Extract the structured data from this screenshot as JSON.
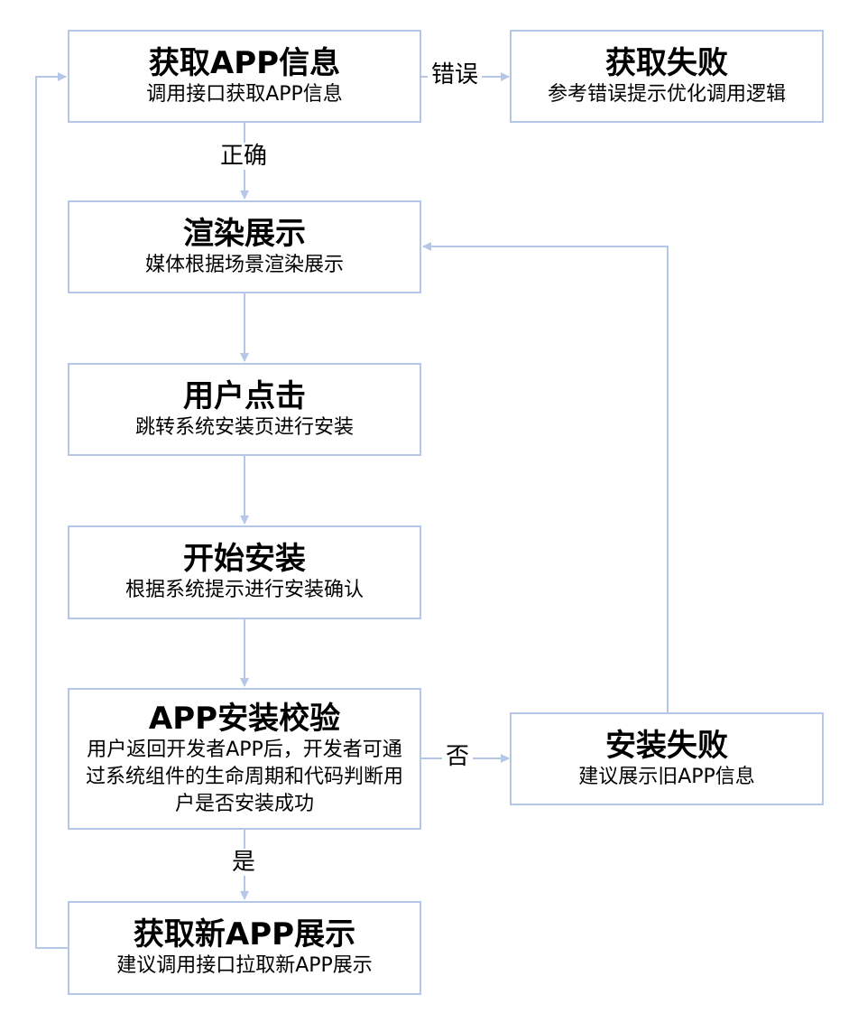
{
  "colors": {
    "box_border": "#b4c7e7",
    "connector": "#b4c7e7",
    "text": "#000000"
  },
  "nodes": {
    "get_info": {
      "title": "获取APP信息",
      "subtitle": "调用接口获取APP信息"
    },
    "get_failed": {
      "title": "获取失败",
      "subtitle": "参考错误提示优化调用逻辑"
    },
    "render": {
      "title": "渲染展示",
      "subtitle": "媒体根据场景渲染展示"
    },
    "user_click": {
      "title": "用户点击",
      "subtitle": "跳转系统安装页进行安装"
    },
    "start_install": {
      "title": "开始安装",
      "subtitle": "根据系统提示进行安装确认"
    },
    "verify": {
      "title": "APP安装校验",
      "subtitle": "用户返回开发者APP后，开发者可通过系统组件的生命周期和代码判断用户是否安装成功"
    },
    "install_failed": {
      "title": "安装失败",
      "subtitle": "建议展示旧APP信息"
    },
    "get_new": {
      "title": "获取新APP展示",
      "subtitle": "建议调用接口拉取新APP展示"
    }
  },
  "edge_labels": {
    "error": "错误",
    "correct": "正确",
    "no": "否",
    "yes": "是"
  }
}
